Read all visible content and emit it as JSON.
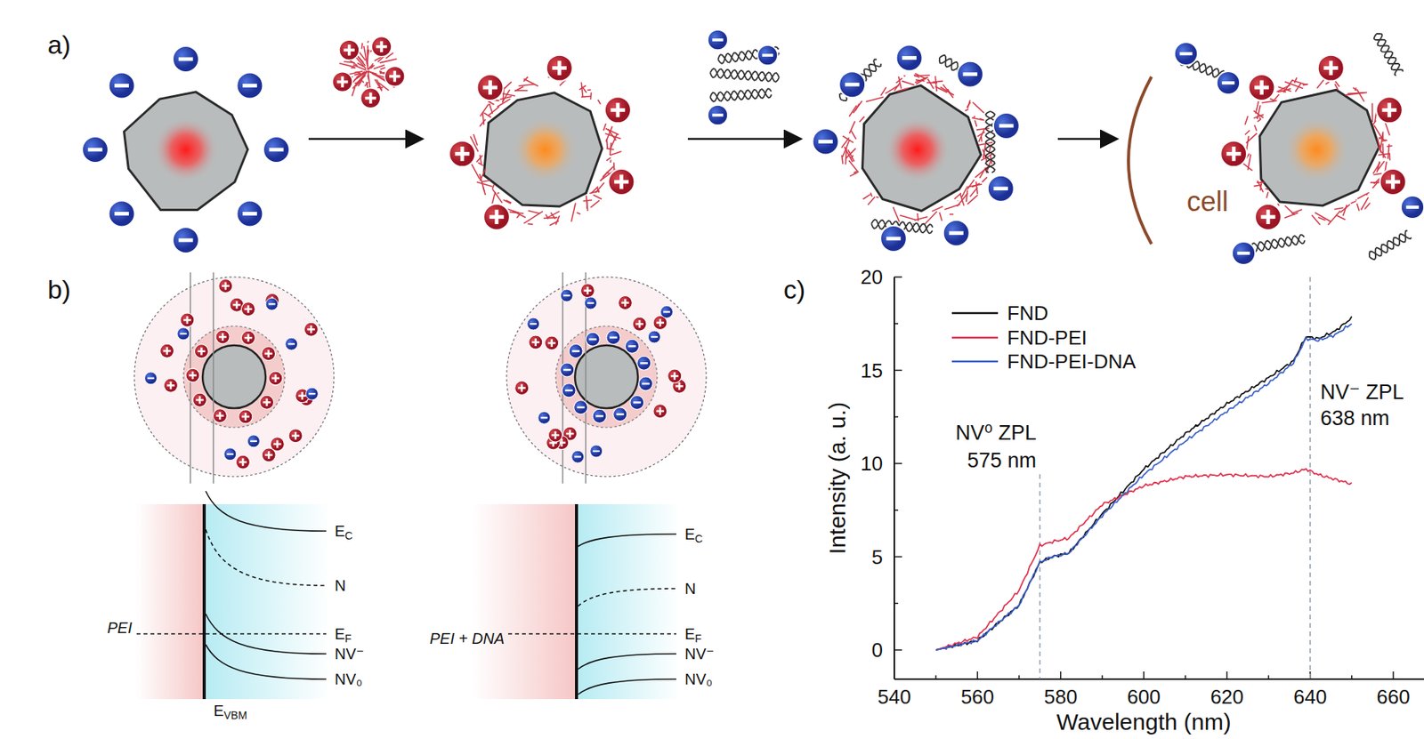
{
  "diagram": {
    "labels": [
      "a)",
      "cell",
      "b)",
      "EC",
      "N",
      "EF",
      "NV⁻",
      "NV₀",
      "PEI",
      "EVBM",
      "EC",
      "N",
      "EF",
      "NV⁻",
      "NV₀",
      "PEI + DNA",
      "c)",
      "Intensity (a. u.)",
      "Wavelength (nm)",
      "0",
      "5",
      "10",
      "15",
      "20",
      "540",
      "560",
      "580",
      "600",
      "620",
      "640",
      "660",
      "NV⁰ ZPL",
      "575 nm",
      "NV⁻ ZPL",
      "638 nm"
    ],
    "legend": [
      {
        "text": "FND"
      },
      {
        "text": "FND-PEI"
      },
      {
        "text": "FND-PEI-DNA"
      }
    ]
  }
}
